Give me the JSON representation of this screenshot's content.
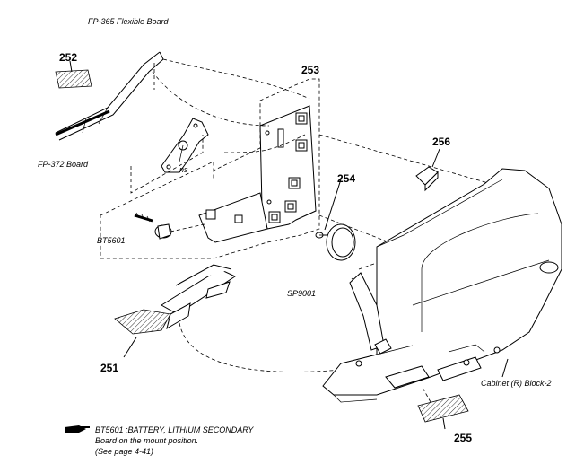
{
  "labels": {
    "fp365": "FP-365 Flexible Board",
    "fp372": "FP-372 Board",
    "ns": "ns",
    "bt5601": "BT5601",
    "sp9001": "SP9001",
    "cabinet": "Cabinet (R) Block-2"
  },
  "part_numbers": {
    "p251": "251",
    "p252": "252",
    "p253": "253",
    "p254": "254",
    "p255": "255",
    "p256": "256"
  },
  "note": {
    "line1": "BT5601 :BATTERY, LITHIUM SECONDARY",
    "line2": "Board on the mount position.",
    "line3": "(See page 4-41)"
  },
  "icons": [
    "pointing-hand-icon"
  ]
}
